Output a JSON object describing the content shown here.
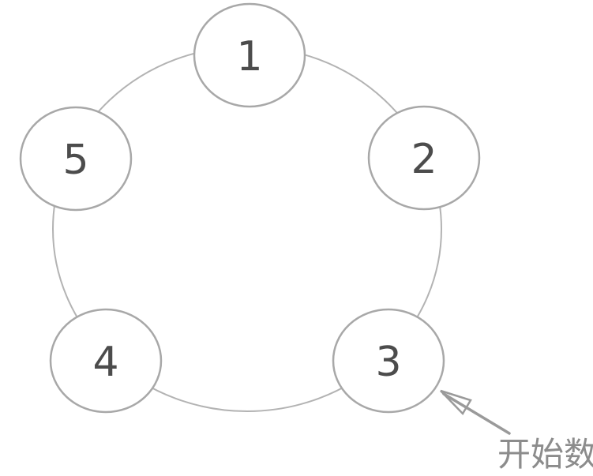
{
  "figure": {
    "nodes": [
      {
        "label": "1"
      },
      {
        "label": "2"
      },
      {
        "label": "3"
      },
      {
        "label": "4"
      },
      {
        "label": "5"
      }
    ],
    "annotation": {
      "label": "开始数",
      "target_node": "3"
    },
    "colors": {
      "background": "#ffffff",
      "ring_stroke": "#b3b3b3",
      "node_stroke": "#a8a8a8",
      "node_fill": "#ffffff",
      "number": "#4c4c4c",
      "arrow": "#9a9a9a",
      "annotation_text": "#8c8c8c"
    }
  }
}
